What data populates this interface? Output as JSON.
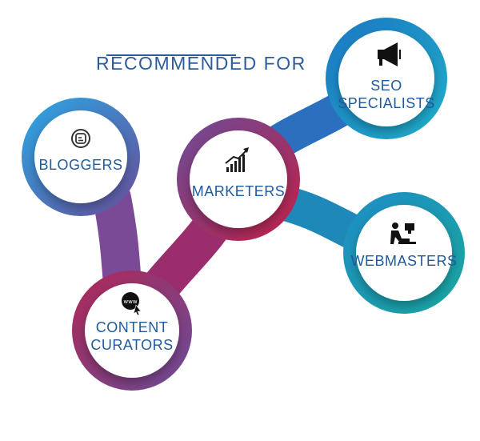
{
  "heading": "RECOMMENDED FOR",
  "nodes": {
    "bloggers": {
      "label": "BLOGGERS",
      "icon": "blogger-icon"
    },
    "marketers": {
      "label": "MARKETERS",
      "icon": "growth-chart-icon"
    },
    "seo": {
      "label_line1": "SEO",
      "label_line2": "SPECIALISTS",
      "icon": "megaphone-icon"
    },
    "webmasters": {
      "label": "WEBMASTERS",
      "icon": "person-at-computer-icon"
    },
    "curators": {
      "label_line1": "CONTENT",
      "label_line2": "CURATORS",
      "icon": "www-cursor-icon"
    }
  },
  "colors": {
    "label": "#1f5b9c",
    "blue": "#2a8fd8",
    "purple": "#6a4d99",
    "crimson": "#c0204a",
    "teal": "#1aa5a8"
  }
}
